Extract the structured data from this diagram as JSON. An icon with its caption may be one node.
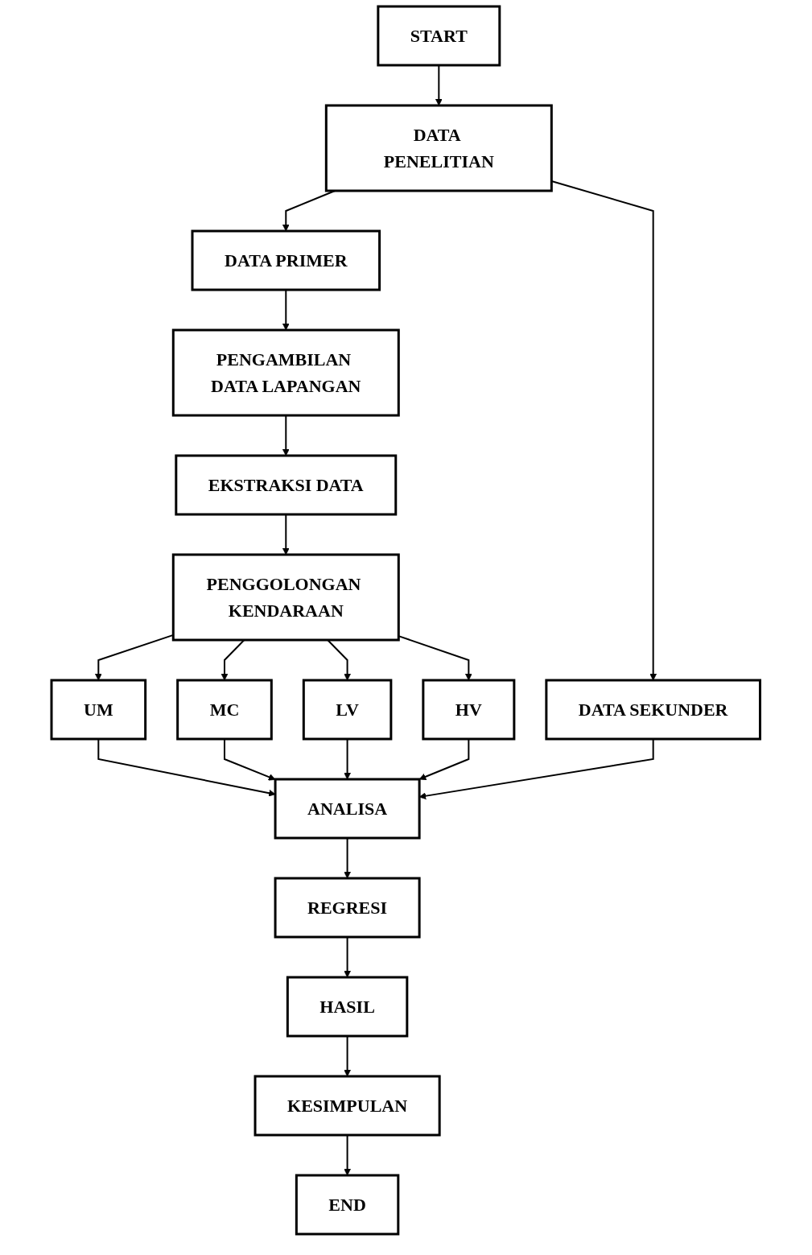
{
  "diagram": {
    "nodes": [
      {
        "text": [
          "START"
        ]
      },
      {
        "text": [
          "DATA PENELITIAN"
        ]
      },
      {
        "text": [
          "DATA SEKUNDER"
        ]
      },
      {
        "text": [
          "DATA PRIMER"
        ]
      },
      {
        "text": [
          "PENGAMBILAN DATA LAPANGAN"
        ]
      },
      {
        "text": [
          "EKSTRAKSI DATA"
        ]
      },
      {
        "text": [
          "PENGGOLONGAN KENDARAAN"
        ]
      },
      {
        "text": [
          "UM"
        ]
      },
      {
        "text": [
          "MC"
        ]
      },
      {
        "text": [
          "LV"
        ]
      },
      {
        "text": [
          "HV"
        ]
      },
      {
        "text": [
          "ANALISA"
        ]
      },
      {
        "text": [
          "REGRESI"
        ]
      },
      {
        "text": [
          "HASIL"
        ]
      },
      {
        "text": [
          "KESIMPULAN"
        ]
      },
      {
        "text": [
          "END"
        ]
      }
    ],
    "edges": [
      {
        "from": 0,
        "to": 1,
        "arrow": "to"
      },
      {
        "from": 1,
        "to": 2,
        "arrow": "to"
      },
      {
        "from": 1,
        "to": 3,
        "arrow": "to"
      },
      {
        "from": 3,
        "to": 4,
        "arrow": "to"
      },
      {
        "from": 4,
        "to": 5,
        "arrow": "to"
      },
      {
        "from": 5,
        "to": 6,
        "arrow": "to"
      },
      {
        "from": 6,
        "to": 7,
        "arrow": "to"
      },
      {
        "from": 6,
        "to": 8,
        "arrow": "to"
      },
      {
        "from": 6,
        "to": 9,
        "arrow": "to"
      },
      {
        "from": 6,
        "to": 10,
        "arrow": "to"
      },
      {
        "from": 7,
        "to": 11,
        "arrow": "to"
      },
      {
        "from": 8,
        "to": 11,
        "arrow": "to"
      },
      {
        "from": 9,
        "to": 11,
        "arrow": "to"
      },
      {
        "from": 10,
        "to": 11,
        "arrow": "to"
      },
      {
        "from": 2,
        "to": 11,
        "arrow": "to"
      },
      {
        "from": 11,
        "to": 12,
        "arrow": "to"
      },
      {
        "from": 12,
        "to": 13,
        "arrow": "to"
      },
      {
        "from": 13,
        "to": 14,
        "arrow": "to"
      },
      {
        "from": 14,
        "to": 15,
        "arrow": "to"
      }
    ]
  }
}
